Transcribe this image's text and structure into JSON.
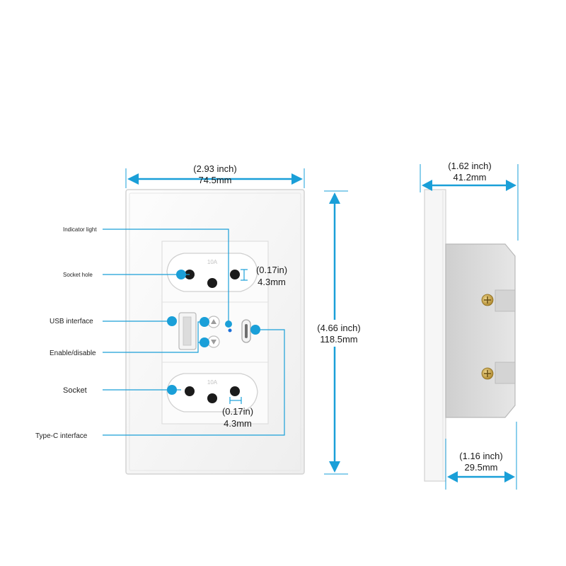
{
  "front_view": {
    "width": {
      "inch": "(2.93 inch)",
      "mm": "74.5mm"
    },
    "height": {
      "inch": "(4.66 inch)",
      "mm": "118.5mm"
    },
    "pin_top": {
      "inch": "(0.17in)",
      "mm": "4.3mm"
    },
    "pin_bottom": {
      "inch": "(0.17in)",
      "mm": "4.3mm"
    },
    "socket_rating": "10A",
    "callouts": {
      "indicator_light": "Indicator light",
      "socket_hole": "Socket hole",
      "usb_interface": "USB interface",
      "enable_disable": "Enable/disable",
      "socket": "Socket",
      "type_c_interface": "Type-C interface"
    }
  },
  "side_view": {
    "depth": {
      "inch": "(1.62 inch)",
      "mm": "41.2mm"
    },
    "box_depth": {
      "inch": "(1.16 inch)",
      "mm": "29.5mm"
    }
  },
  "colors": {
    "accent": "#1a9fd8",
    "plate": "#f7f7f7",
    "box": "#d8d8d8"
  }
}
